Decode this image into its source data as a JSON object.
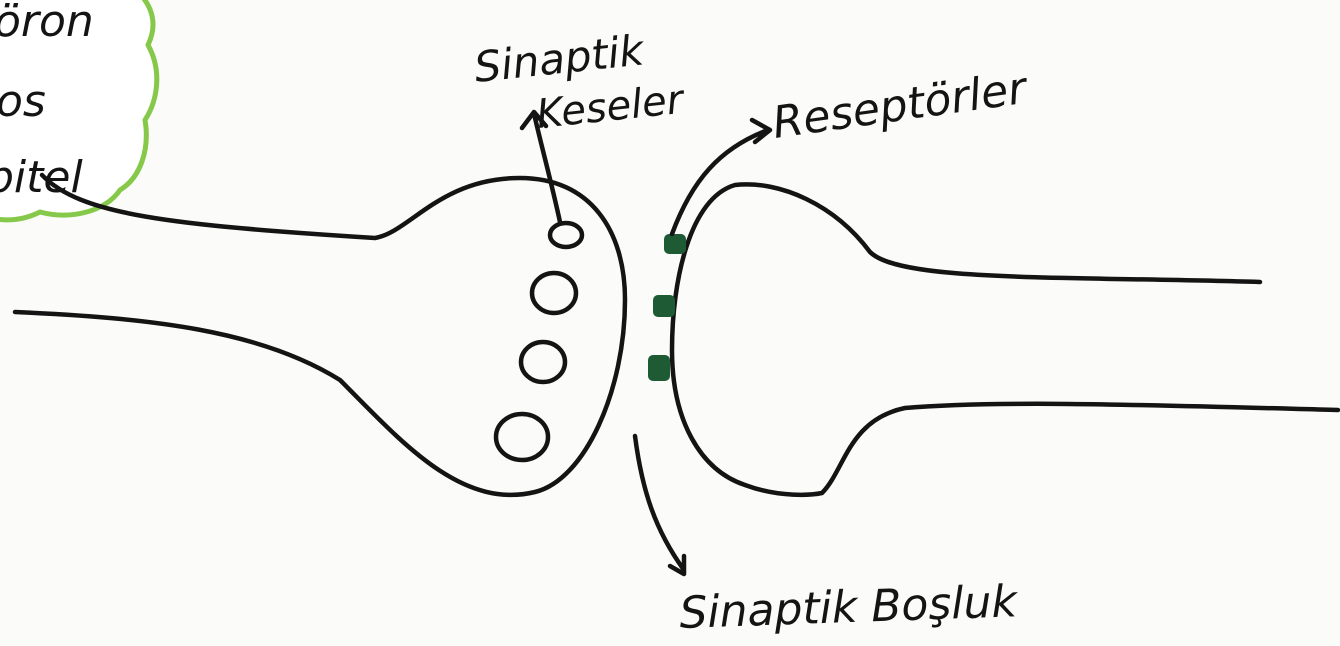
{
  "diagram": {
    "cloud_lines": [
      "öron",
      "os",
      "pitel"
    ],
    "labels": {
      "vesicles_line1": "Sinaptik",
      "vesicles_line2": "Keseler",
      "receptors": "Reseptörler",
      "cleft": "Sinaptik Boşluk"
    },
    "colors": {
      "ink": "#141414",
      "cloud_outline": "#86c94a",
      "receptor": "#1e5b34"
    }
  }
}
